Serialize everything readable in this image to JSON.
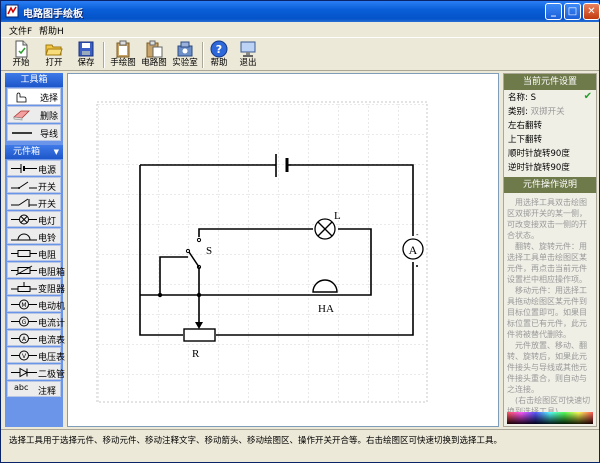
{
  "window": {
    "title": "电路图手绘板",
    "minimize": "_",
    "maximize": "□",
    "close": "✕"
  },
  "menu": {
    "items": [
      "文件F",
      "帮助H"
    ]
  },
  "toolbar": {
    "buttons": [
      {
        "label": "开始",
        "icon": "new-document-icon"
      },
      {
        "label": "打开",
        "icon": "open-folder-icon"
      },
      {
        "label": "保存",
        "icon": "save-disk-icon"
      },
      {
        "label": "手绘图",
        "icon": "clipboard-icon"
      },
      {
        "label": "电路图",
        "icon": "clipboard-paste-icon"
      },
      {
        "label": "实验室",
        "icon": "lab-icon"
      },
      {
        "label": "帮助",
        "icon": "help-icon"
      },
      {
        "label": "退出",
        "icon": "exit-icon"
      }
    ]
  },
  "toolbox": {
    "title": "工具箱",
    "tools": [
      {
        "label": "选择",
        "icon": "hand-pointer-icon"
      },
      {
        "label": "删除",
        "icon": "eraser-icon"
      },
      {
        "label": "导线",
        "icon": "wire-icon"
      }
    ]
  },
  "components": {
    "title": "元件箱",
    "items": [
      {
        "label": "电源",
        "icon": "battery-symbol-icon"
      },
      {
        "label": "开关",
        "icon": "switch-symbol-icon"
      },
      {
        "label": "开关",
        "icon": "single-pole-switch-symbol-icon"
      },
      {
        "label": "电灯",
        "icon": "lamp-symbol-icon"
      },
      {
        "label": "电铃",
        "icon": "bell-symbol-icon"
      },
      {
        "label": "电阻",
        "icon": "resistor-symbol-icon"
      },
      {
        "label": "电阻箱",
        "icon": "rheostat-symbol-icon"
      },
      {
        "label": "变阻器",
        "icon": "variable-resistor-symbol-icon"
      },
      {
        "label": "电动机",
        "icon": "motor-symbol-icon"
      },
      {
        "label": "电流计",
        "icon": "galvanometer-symbol-icon"
      },
      {
        "label": "电流表",
        "icon": "ammeter-symbol-icon"
      },
      {
        "label": "电压表",
        "icon": "voltmeter-symbol-icon"
      },
      {
        "label": "二极管",
        "icon": "diode-symbol-icon"
      },
      {
        "label": "注释",
        "icon": "text-annotation-icon",
        "prefix": "abc"
      }
    ]
  },
  "circuit": {
    "labels": {
      "lamp": "L",
      "switch": "S",
      "bell": "HA",
      "resistor": "R",
      "ammeter": "A"
    }
  },
  "properties": {
    "title": "当前元件设置",
    "name_label": "名称:",
    "name_value": "S",
    "type_label": "类别:",
    "type_value": "双掷开关",
    "actions": [
      "左右翻转",
      "上下翻转",
      "顺时针旋转90度",
      "逆时针旋转90度"
    ]
  },
  "help": {
    "title": "元件操作说明",
    "paragraphs": [
      "用选择工具双击绘图区双掷开关的某一侧，可改变接双击一侧的开合状态。",
      "翻转、旋转元件：用选择工具单击绘图区某元件，再点击当前元件设置栏中相应操作项。",
      "移动元件：用选择工具拖动绘图区某元件到目标位置即可。如果目标位置已有元件，此元件将被替代删除。",
      "元件放置、移动、翻转、旋转后，如果此元件接头与导线或其他元件接头重合，则自动与之连接。",
      "(右击绘图区可快速切换到选择工具)"
    ]
  },
  "status": {
    "text": "选择工具用于选择元件、移动元件、移动注释文字、移动箭头、移动绘图区、操作开关开合等。右击绘图区可快速切换到选择工具。"
  },
  "colors": {
    "title_bar": "#0a5fd8",
    "panel_blue": "#6b95e8",
    "panel_header": "#1d56c9",
    "right_header": "#6f7a4b",
    "grid": "#d0d0d0"
  }
}
